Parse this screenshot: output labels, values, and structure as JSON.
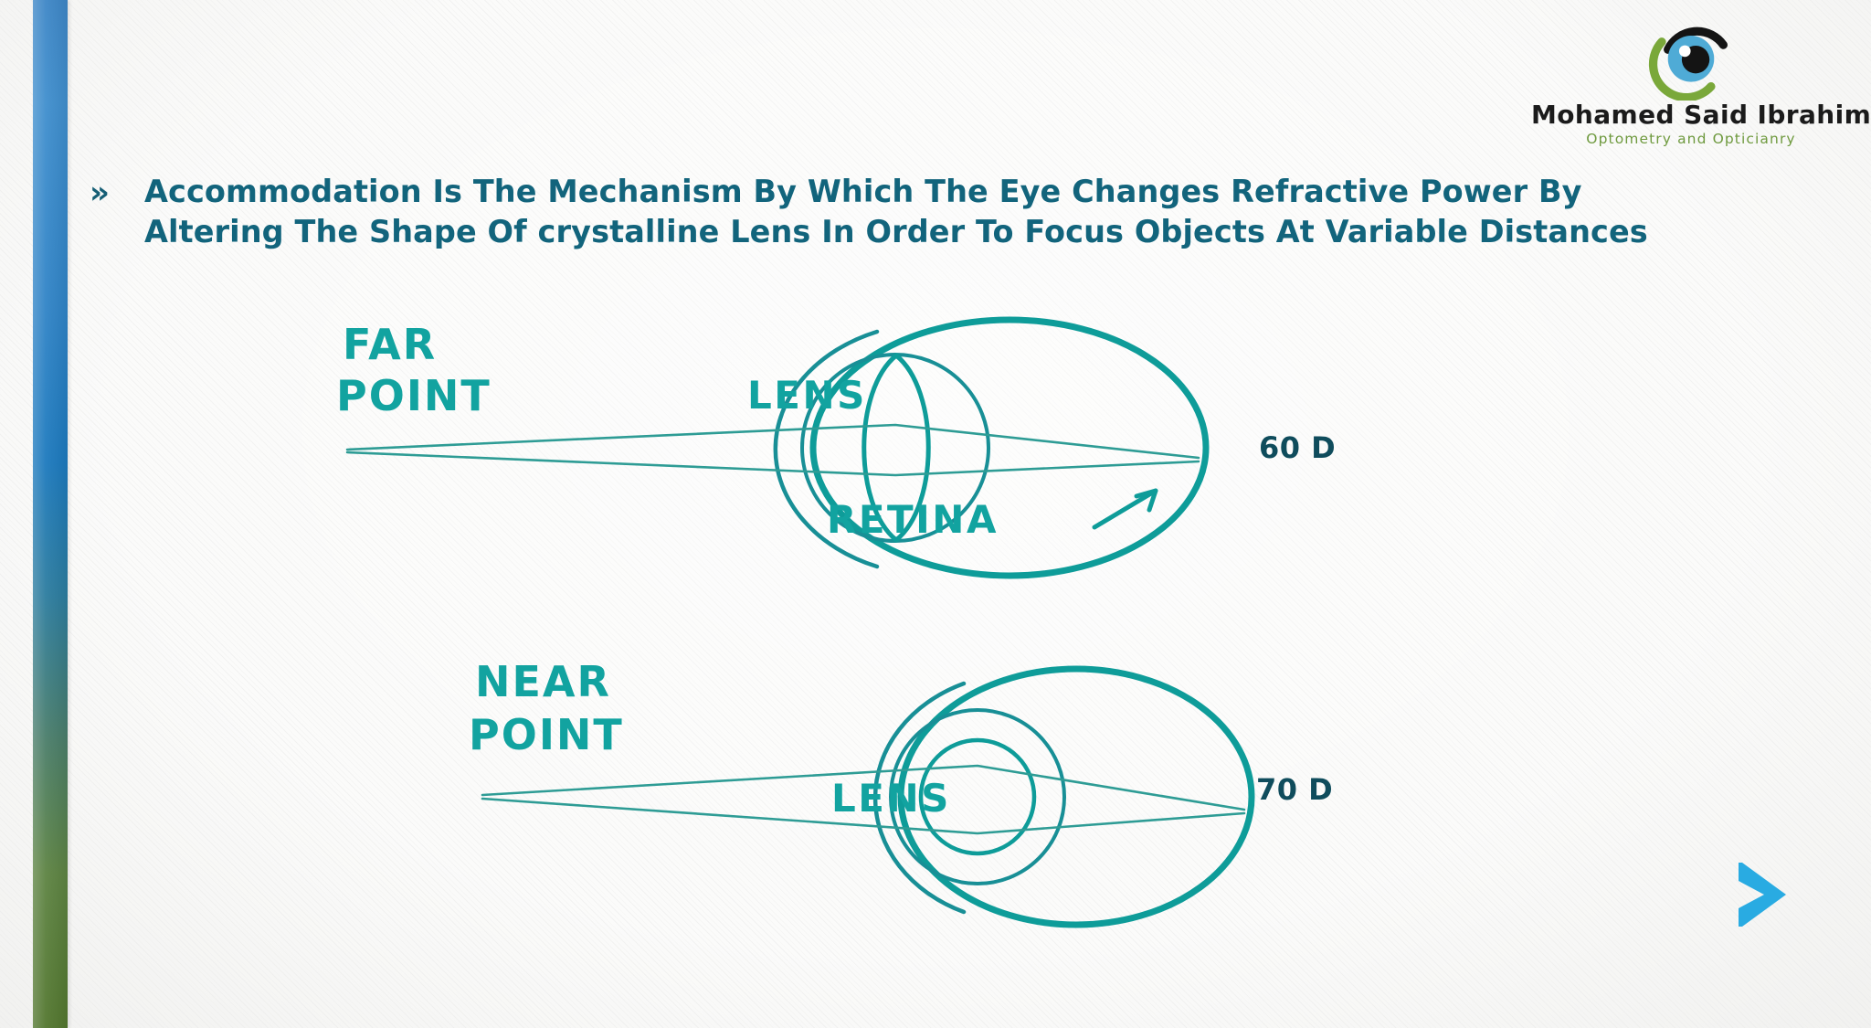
{
  "slide": {
    "background_color": "#fbfbfa",
    "accent_teal": "#12a3a0",
    "heading_color": "#12647c",
    "label_color": "#0f4c5c"
  },
  "side_bar": {
    "name": "decorative-gradient-bar",
    "gradient_top": "#3d86c6",
    "gradient_bottom": "#52762e"
  },
  "logo": {
    "name": "Mohamed Said Ibrahim",
    "tagline": "Optometry and Opticianry",
    "mark": "eye-logo-icon",
    "colors": {
      "arc_black": "#141414",
      "arc_green": "#7aa83a",
      "iris_blue": "#4fabd6",
      "pupil": "#111111"
    }
  },
  "heading": {
    "bullet": "»",
    "line1": "Accommodation Is The Mechanism By Which The Eye Changes Refractive Power By Altering",
    "line2": "The Shape Of crystalline Lens In Order To Focus Objects At Variable Distances",
    "full_text": "Accommodation Is The Mechanism By Which The Eye Changes Refractive Power By Altering The Shape Of crystalline Lens In Order To Focus Objects At Variable Distances"
  },
  "diagrams": [
    {
      "id": "far-point",
      "source_label_line1": "FAR",
      "source_label_line2": "POINT",
      "lens_label": "LENS",
      "retina_label": "RETINA",
      "power_label": "60 D",
      "lens_shape": "thin-flat-biconvex",
      "description": "Unaccommodated eye focusing parallel rays from a far point on the retina"
    },
    {
      "id": "near-point",
      "source_label_line1": "NEAR",
      "source_label_line2": "POINT",
      "lens_label": "LENS",
      "retina_label": "",
      "power_label": "70 D",
      "lens_shape": "round-fat-biconvex",
      "description": "Accommodated eye with a rounder lens focusing diverging rays from a near point on the retina"
    }
  ],
  "navigation": {
    "next_label": "next-slide",
    "chevron_color": "#29abe2"
  }
}
